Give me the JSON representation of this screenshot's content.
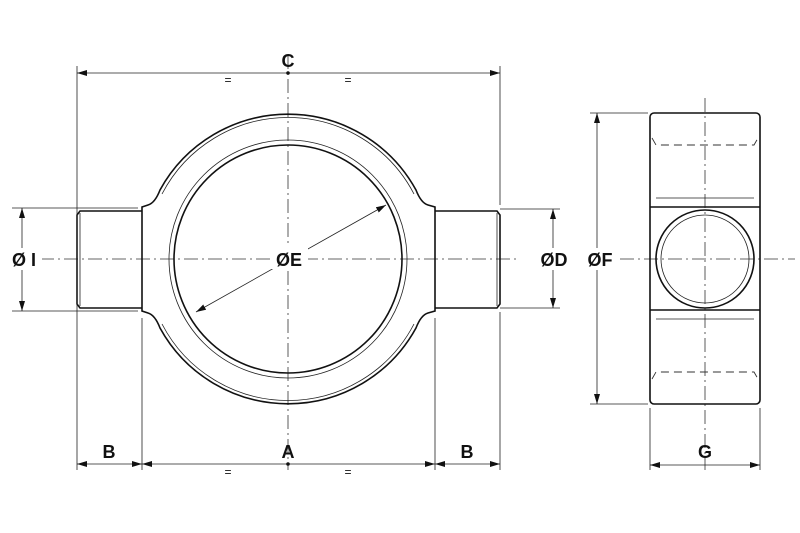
{
  "labels": {
    "C": "C",
    "A": "A",
    "B_left": "B",
    "B_right": "B",
    "diam_I": "Ø I",
    "diam_E": "ØE",
    "diam_D": "ØD",
    "diam_F": "ØF",
    "G": "G",
    "equal": "="
  },
  "colors": {
    "line": "#111111",
    "background": "#ffffff"
  }
}
